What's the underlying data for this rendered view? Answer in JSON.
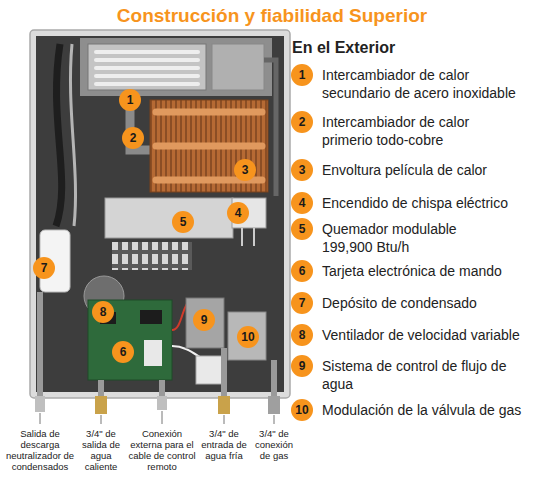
{
  "diagram": {
    "title": "Construcción y fiabilidad Superior",
    "labels": [
      "En el Exterior",
      "1",
      "Intercambiador de calor secundario de acero inoxidable",
      "2",
      "Intercambiador de calor primerio todo-cobre",
      "3",
      "Envoltura película de calor",
      "4",
      "Encendido de chispa eléctrico",
      "5",
      "Quemador modulable 199,900 Btu/h",
      "6",
      "Tarjeta electrónica de mando",
      "7",
      "Depósito de condensado",
      "8",
      "Ventilador de velocidad variable",
      "9",
      "Sistema de control de flujo de agua",
      "10",
      "Modulación de la válvula de gas",
      "1",
      "2",
      "3",
      "4",
      "5",
      "6",
      "7",
      "8",
      "9",
      "10",
      "Salida de descarga neutralizador de condensados",
      "3/4\" de salida de agua caliente",
      "Conexión externa para el cable de control remoto",
      "3/4\" de entrada de agua fría",
      "3/4\" de conexión de gas"
    ]
  }
}
